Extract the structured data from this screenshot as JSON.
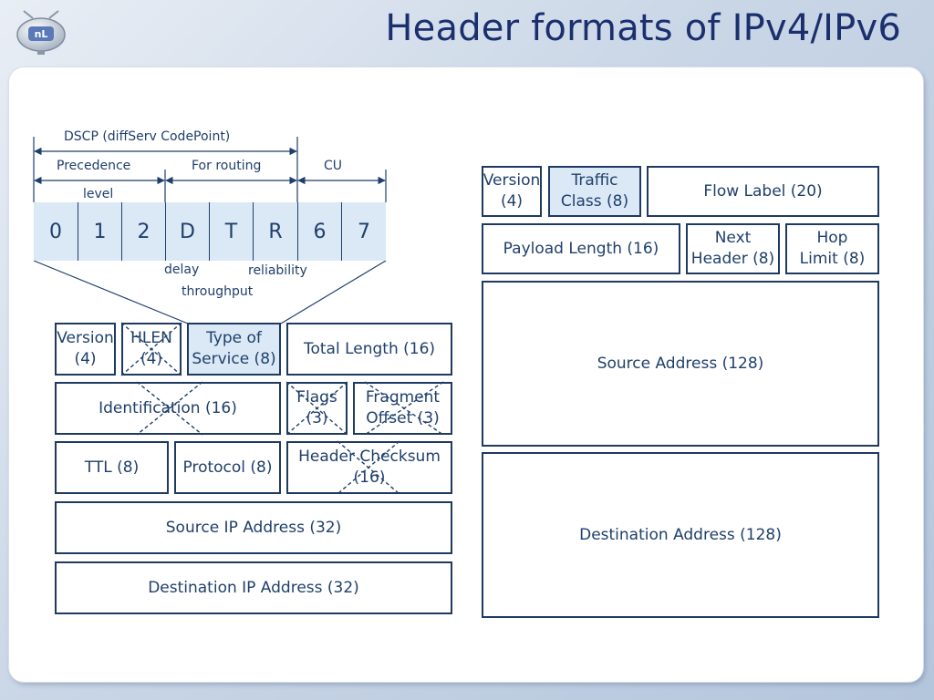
{
  "title": "Header formats of IPv4/IPv6",
  "logo_icon": "monitor-robot-logo-icon",
  "colors": {
    "box_border": "#1f3a60",
    "text": "#1f3f6b",
    "highlight_fill": "#dbe9f6",
    "title": "#1b2f6e"
  },
  "tos_byte": {
    "bits": [
      "0",
      "1",
      "2",
      "D",
      "T",
      "R",
      "6",
      "7"
    ],
    "dscp_label": "DSCP (diffServ CodePoint)",
    "precedence_label": "Precedence",
    "level_label": "level",
    "for_routing_label": "For routing",
    "cu_label": "CU",
    "delay_label": "delay",
    "throughput_label": "throughput",
    "reliability_label": "reliability"
  },
  "ipv4": {
    "version": "Version\n(4)",
    "hlen": "HLEN\n(4)",
    "tos": "Type of\nService (8)",
    "total_length": "Total Length (16)",
    "identification": "Identification (16)",
    "flags": "Flags\n(3)",
    "fragment_offset": "Fragment\nOffset (3)",
    "ttl": "TTL (8)",
    "protocol": "Protocol (8)",
    "checksum": "Header Checksum\n(16)",
    "src": "Source IP Address (32)",
    "dst": "Destination IP Address (32)"
  },
  "ipv6": {
    "version": "Version\n(4)",
    "traffic_class": "Traffic\nClass (8)",
    "flow_label": "Flow Label (20)",
    "payload_length": "Payload Length (16)",
    "next_header": "Next\nHeader (8)",
    "hop_limit": "Hop\nLimit (8)",
    "src": "Source Address (128)",
    "dst": "Destination Address (128)"
  }
}
